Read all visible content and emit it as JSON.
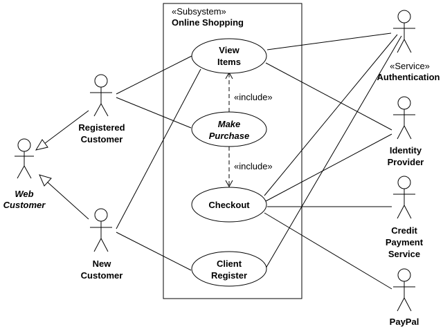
{
  "subsystem": {
    "stereotype": "«Subsystem»",
    "name": "Online Shopping"
  },
  "use_cases": {
    "view_items": [
      "View",
      "Items"
    ],
    "make_purchase": [
      "Make",
      "Purchase"
    ],
    "checkout": [
      "Checkout"
    ],
    "client_register": [
      "Client",
      "Register"
    ]
  },
  "include_labels": {
    "first": "«include»",
    "second": "«include»"
  },
  "actors": {
    "web_customer": [
      "Web",
      "Customer"
    ],
    "registered_customer": [
      "Registered",
      "Customer"
    ],
    "new_customer": [
      "New",
      "Customer"
    ],
    "authentication": {
      "stereotype": "«Service»",
      "name": "Authentication"
    },
    "identity_provider": [
      "Identity",
      "Provider"
    ],
    "credit_payment_service": [
      "Credit",
      "Payment",
      "Service"
    ],
    "paypal": [
      "PayPal"
    ]
  }
}
